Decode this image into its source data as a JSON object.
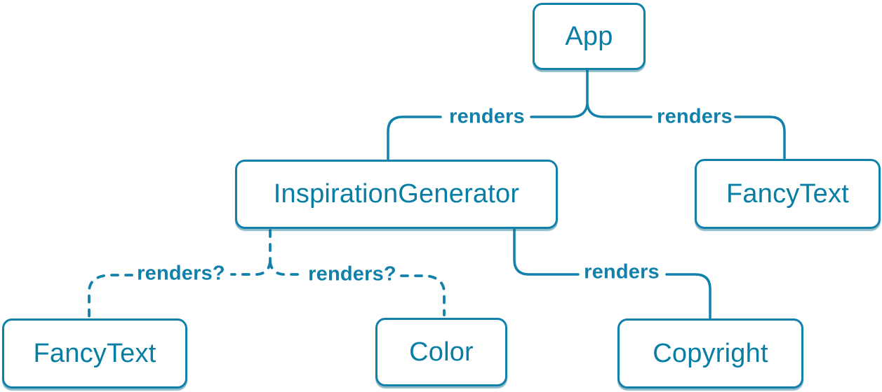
{
  "diagram": {
    "type": "component-render-tree",
    "colors": {
      "node_border": "#1180aa",
      "node_text": "#087ea4",
      "edge_stroke": "#1180aa",
      "edge_label_text": "#1180aa",
      "node_background": "#ffffff",
      "page_background": "#ffffff"
    },
    "nodes": {
      "app": {
        "label": "App"
      },
      "inspiration_generator": {
        "label": "InspirationGenerator"
      },
      "fancy_text_top": {
        "label": "FancyText"
      },
      "fancy_text_bottom": {
        "label": "FancyText"
      },
      "color": {
        "label": "Color"
      },
      "copyright": {
        "label": "Copyright"
      }
    },
    "edges": {
      "app_to_inspiration_generator": {
        "from": "App",
        "to": "InspirationGenerator",
        "label": "renders",
        "style": "solid"
      },
      "app_to_fancy_text": {
        "from": "App",
        "to": "FancyText",
        "label": "renders",
        "style": "solid"
      },
      "inspiration_generator_to_fancy_text": {
        "from": "InspirationGenerator",
        "to": "FancyText",
        "label": "renders?",
        "style": "dashed"
      },
      "inspiration_generator_to_color": {
        "from": "InspirationGenerator",
        "to": "Color",
        "label": "renders?",
        "style": "dashed"
      },
      "inspiration_generator_to_copyright": {
        "from": "InspirationGenerator",
        "to": "Copyright",
        "label": "renders",
        "style": "solid"
      }
    }
  }
}
